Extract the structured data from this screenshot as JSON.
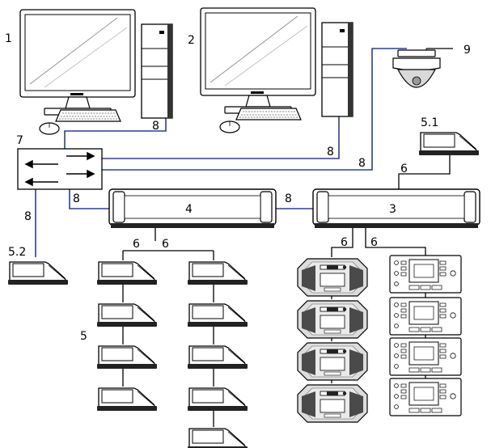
{
  "labels": {
    "pc1": "1",
    "pc2": "2",
    "unit3": "3",
    "unit4": "4",
    "delegate_chain": "5",
    "unit5_1": "5.1",
    "unit5_2": "5.2",
    "cable_6": "6",
    "switch": "7",
    "cable_8": "8",
    "camera": "9"
  },
  "colors": {
    "network_cable": "#2d3e8f",
    "system_cable": "#000000"
  }
}
